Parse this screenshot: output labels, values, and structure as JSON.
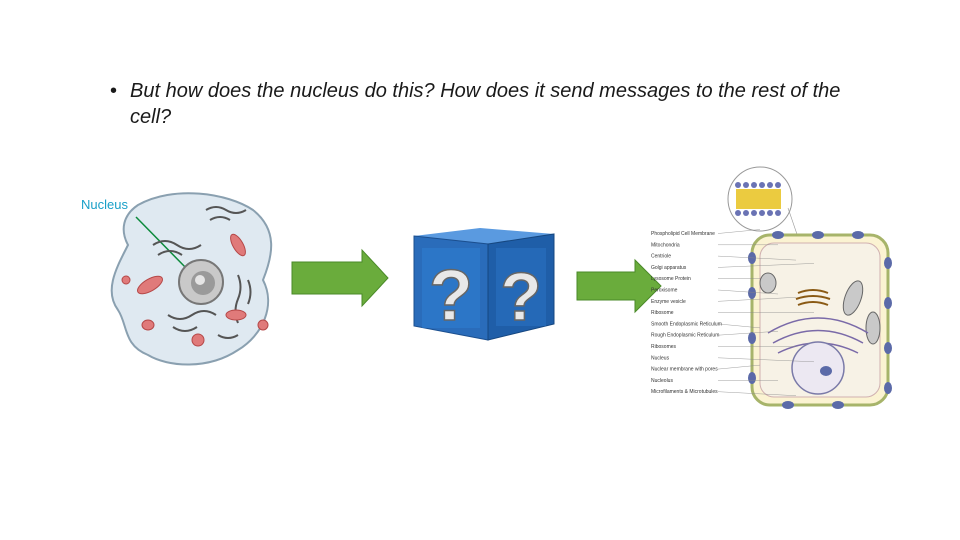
{
  "slide": {
    "bullet_symbol": "•",
    "text": "But how does the nucleus do this? How does it send messages to the rest of the cell?"
  },
  "cell_figure": {
    "label": "Nucleus",
    "label_color": "#1aa0c8"
  },
  "mystery_box": {
    "glyph_left": "?",
    "glyph_right": "?",
    "box_color": "#2a74c4"
  },
  "arrows": {
    "color": "#6aac3c"
  },
  "plant_cell_figure": {
    "labels": [
      "Phospholipid Cell Membrane",
      "Mitochondria",
      "Centriole",
      "Golgi apparatus",
      "Lysosome Protein",
      "Peroxisome",
      "Enzyme vesicle",
      "Ribosome",
      "Smooth Endoplasmic Reticulum",
      "Rough Endoplasmic Reticulum",
      "Ribosomes",
      "Nucleus",
      "Nuclear membrane with pores",
      "Nucleolus",
      "Microfilaments & Microtubules"
    ]
  }
}
